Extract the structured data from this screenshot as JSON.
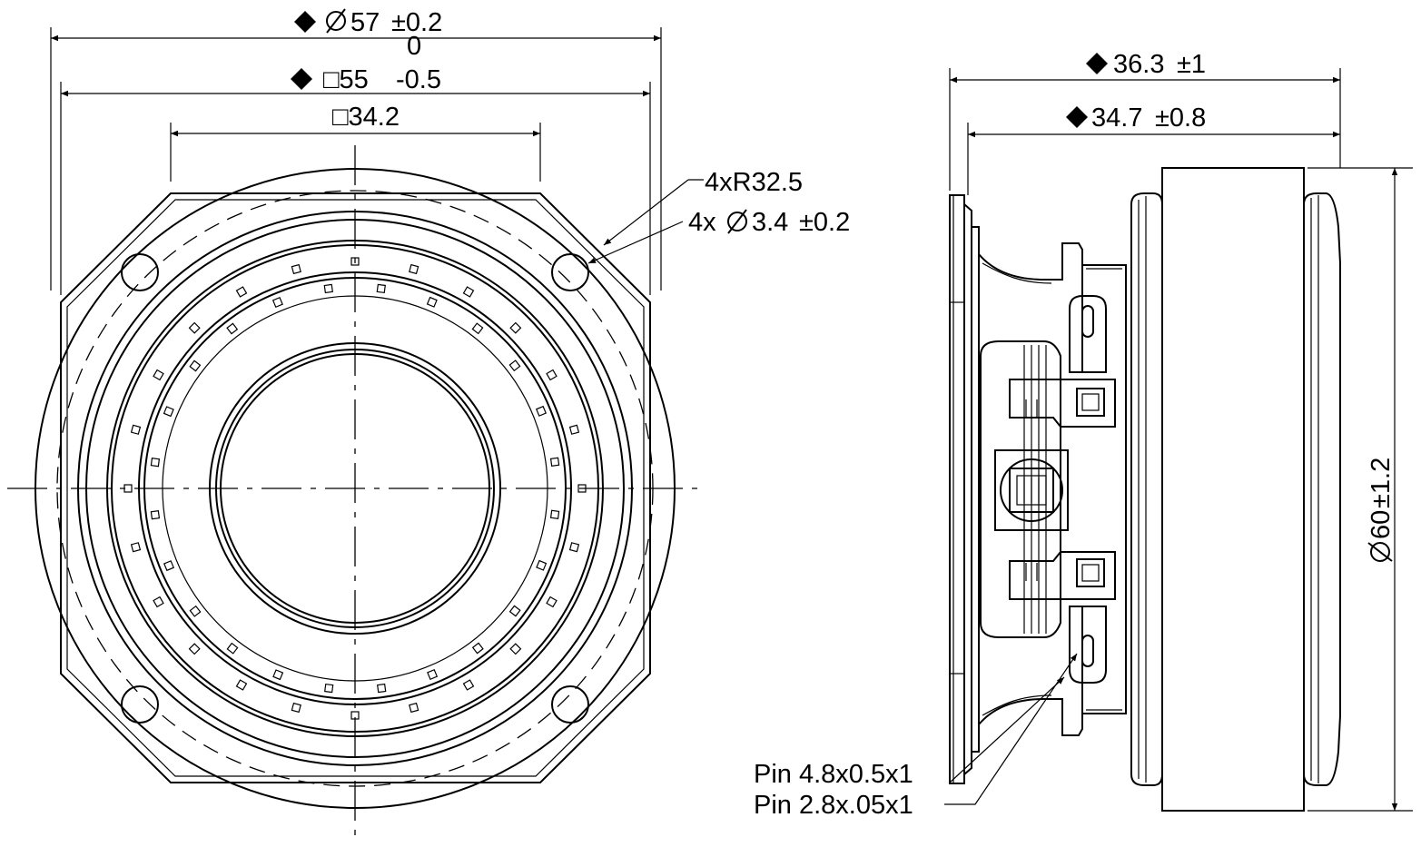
{
  "front_view": {
    "dim_outer_diameter": {
      "symbol": "◆",
      "value": "57",
      "tol_upper": "±0.2",
      "tol_lower": "0"
    },
    "dim_square_55": {
      "symbol": "◆",
      "value": "□55",
      "tol": "-0.5"
    },
    "dim_square_34": {
      "value": "□34.2"
    },
    "callout_radius": "4xR32.5",
    "callout_holes_prefix": "4x",
    "callout_holes_value": "3.4",
    "callout_holes_tol": "±0.2"
  },
  "side_view": {
    "dim_depth_total": {
      "symbol": "◆",
      "value": "36.3",
      "tol": "±1"
    },
    "dim_depth_mount": {
      "symbol": "◆",
      "value": "34.7",
      "tol": "±0.8"
    },
    "dim_magnet_diameter": {
      "value": "60",
      "tol": "±1.2"
    },
    "pin_large": "Pin 4.8x0.5x1",
    "pin_small": "Pin  2.8x.05x1"
  }
}
